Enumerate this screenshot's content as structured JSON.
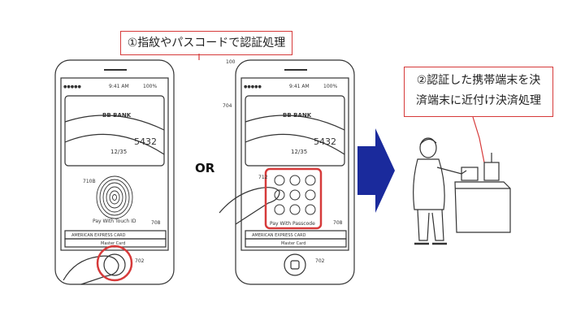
{
  "callout_top": "①指紋やパスコードで認証処理",
  "callout_right_line1": "②認証した携帯端末を決",
  "callout_right_line2": "済端末に近付け決済処理",
  "or_label": "OR",
  "phone_left": {
    "status_time": "9:41 AM",
    "status_battery": "100%",
    "bank_name": "BB BANK",
    "card_number": "5432",
    "card_expiry": "12/35",
    "touch_label": "Pay With Touch ID",
    "cards": [
      "AMERICAN EXPRESS CARD",
      "Master Card"
    ],
    "ref_fingerprint": "710B",
    "ref_card_stack": "708",
    "ref_button": "702"
  },
  "phone_right": {
    "status_time": "9:41 AM",
    "status_battery": "100%",
    "bank_name": "BB BANK",
    "card_number": "5432",
    "card_expiry": "12/35",
    "passcode_label": "Pay With Passcode",
    "cards": [
      "AMERICAN EXPRESS CARD",
      "Master Card"
    ],
    "ref_device": "100",
    "ref_card": "704",
    "ref_keypad": "712",
    "ref_card_stack": "708",
    "ref_button": "702"
  },
  "colors": {
    "callout_border": "#d63a3a",
    "arrow": "#1a2a9c",
    "line_art": "#333333"
  }
}
